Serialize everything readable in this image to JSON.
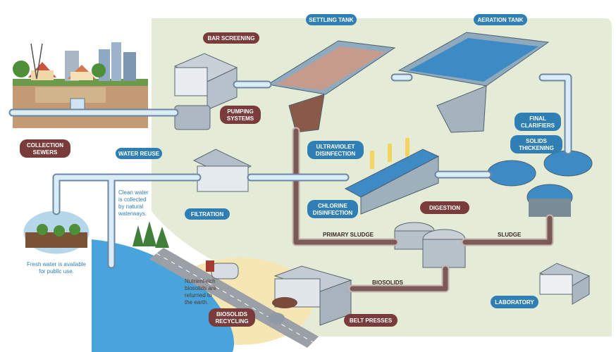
{
  "labels": {
    "bar_screening": "BAR SCREENING",
    "settling_tank": "SETTLING TANK",
    "aeration_tank": "AERATION TANK",
    "pumping_systems": [
      "PUMPING",
      "SYSTEMS"
    ],
    "collection_sewers": [
      "COLLECTION",
      "SEWERS"
    ],
    "water_reuse": "WATER REUSE",
    "ultraviolet_disinfection": [
      "ULTRAVIOLET",
      "DISINFECTION"
    ],
    "final_clarifiers": [
      "FINAL",
      "CLARIFIERS"
    ],
    "solids_thickening": [
      "SOLIDS",
      "THICKENING"
    ],
    "filtration": "FILTRATION",
    "chlorine_disinfection": [
      "CHLORINE",
      "DISINFECTION"
    ],
    "digestion": "DIGESTION",
    "primary_sludge": "PRIMARY SLUDGE",
    "sludge": "SLUDGE",
    "biosolids": "BIOSOLIDS",
    "biosolids_recycling": [
      "BIOSOLIDS",
      "RECYCLING"
    ],
    "belt_presses": "BELT PRESSES",
    "laboratory": "LABORATORY"
  },
  "notes": {
    "clean_water": [
      "Clean water",
      "is collected",
      "by natural",
      "waterways."
    ],
    "fresh_water": [
      "Fresh water is available",
      "for public use."
    ],
    "nutrient": [
      "Nutrient-rich",
      "biosolids are",
      "returned to",
      "the earth."
    ]
  },
  "colors": {
    "maroon_label": "#7a3b3b",
    "blue_label": "#2f7fb4",
    "ground_green": "#e4ecd7",
    "pipe_clean": "#d8edf8",
    "pipe_sludge": "#7a5a56",
    "water": "#4aa4dc",
    "sand": "#f6e6b4"
  }
}
